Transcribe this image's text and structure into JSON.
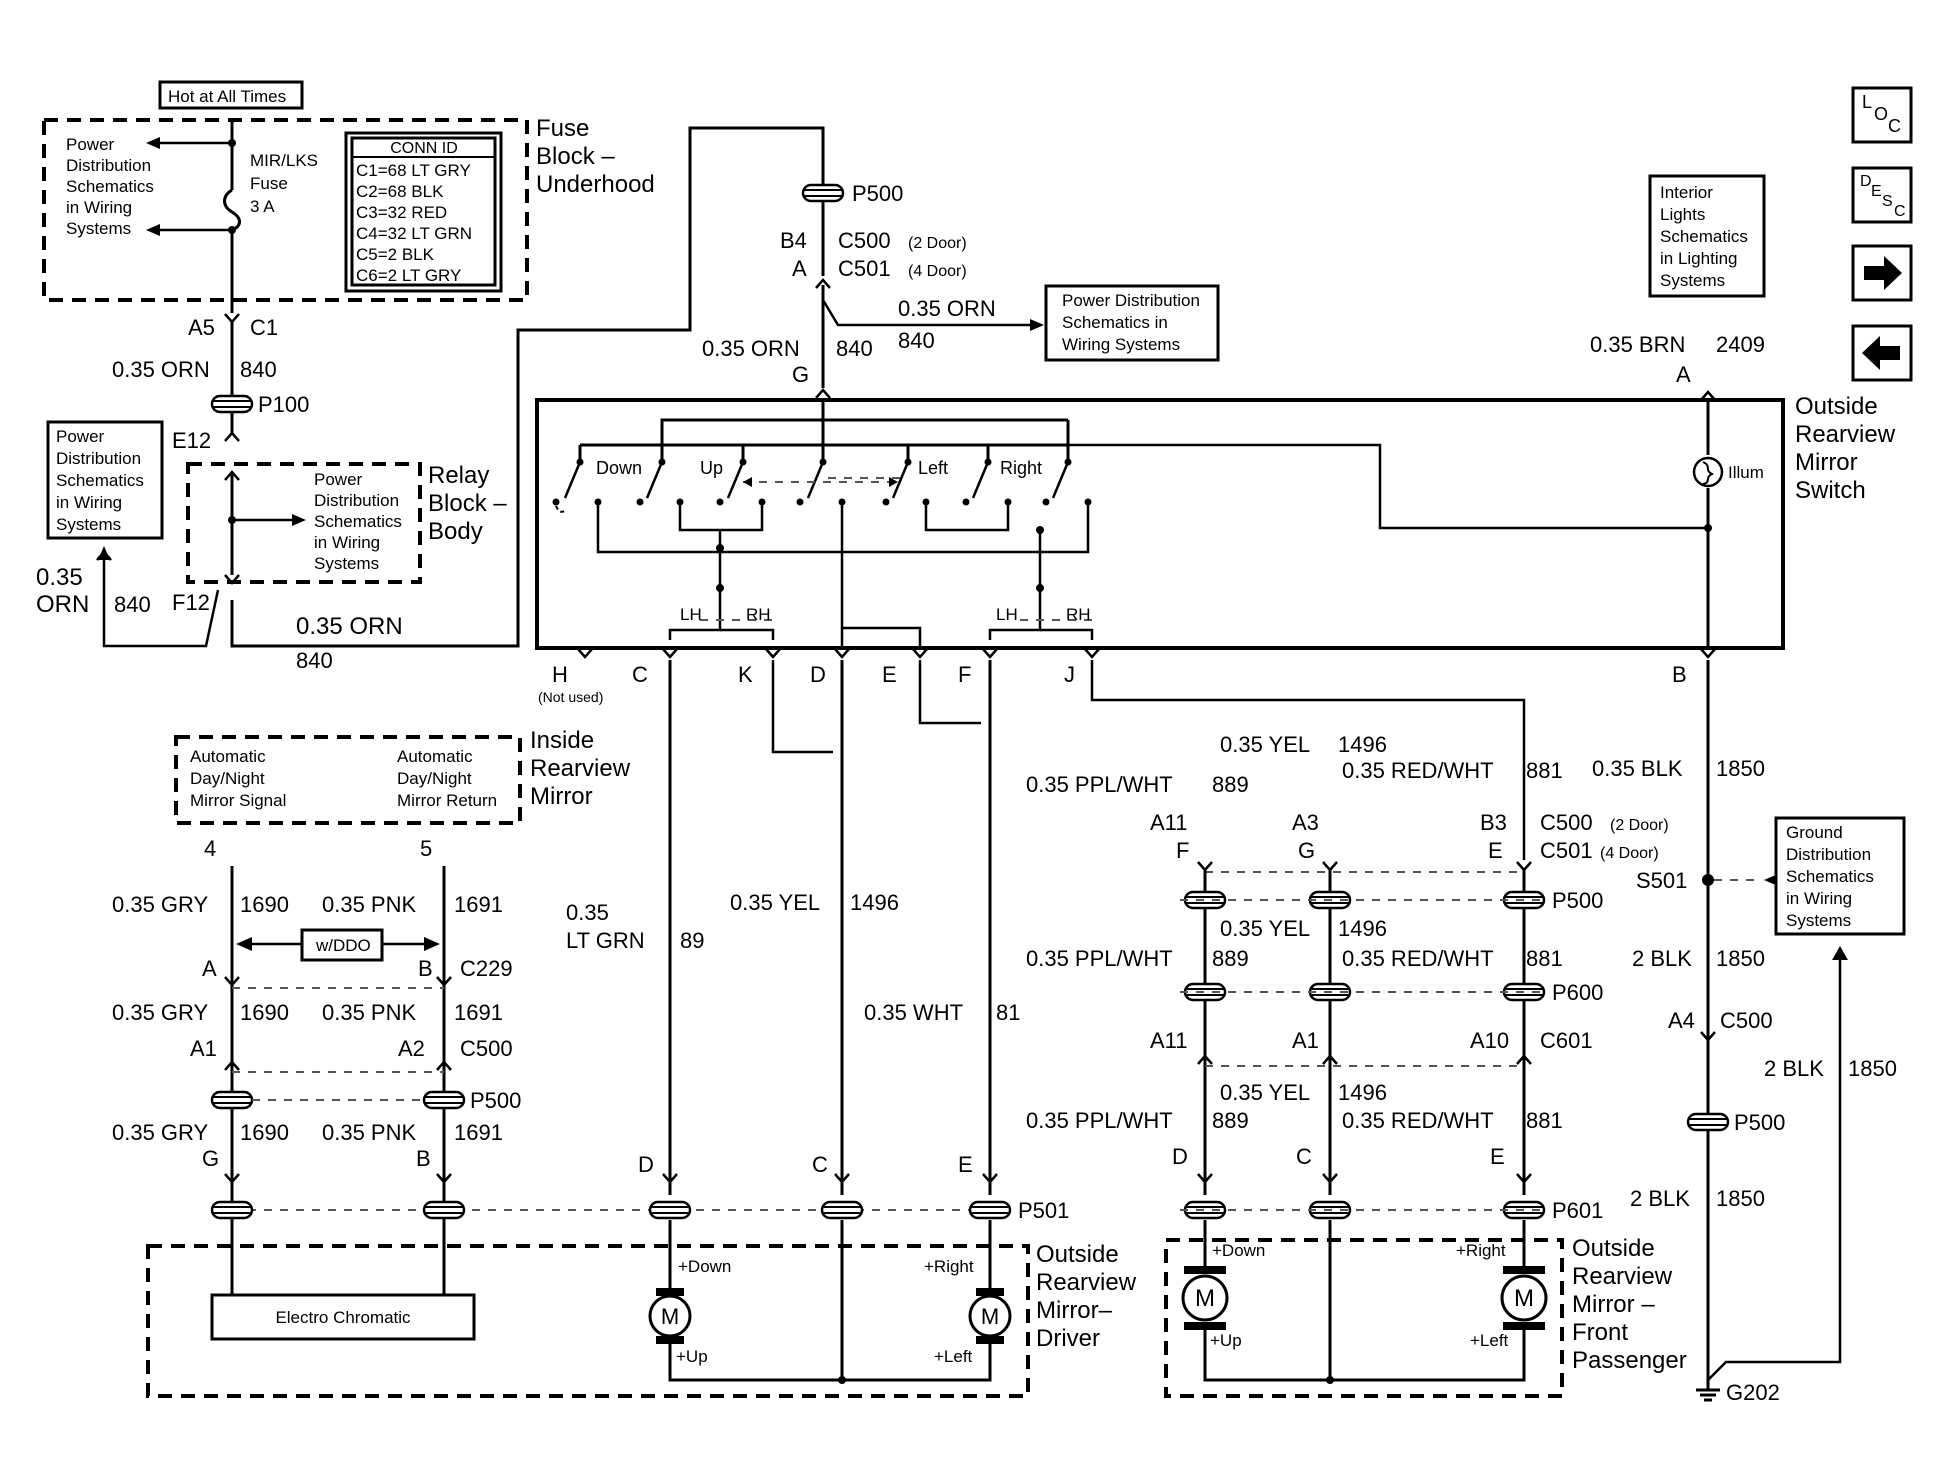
{
  "fuse_block": {
    "hot_label": "Hot at All Times",
    "schematic_ref": [
      "Power",
      "Distribution",
      "Schematics",
      "in Wiring",
      "Systems"
    ],
    "fuse_name": [
      "MIR/LKS",
      "Fuse",
      "3 A"
    ],
    "title": [
      "Fuse",
      "Block –",
      "Underhood"
    ],
    "conn_id_title": "CONN ID",
    "conn_ids": [
      "C1=68 LT GRY",
      "C2=68 BLK",
      "C3=32 RED",
      "C4=32 LT GRN",
      "C5=2 BLK",
      "C6=2 LT GRY"
    ],
    "out_pin": "A5",
    "out_conn": "C1"
  },
  "relay_block": {
    "wire_color": "0.35 ORN",
    "wire_circuit": "840",
    "splice_p100": "P100",
    "in_pin": "E12",
    "out_pin": "F12",
    "schematic_ref": [
      "Power",
      "Distribution",
      "Schematics",
      "in Wiring",
      "Systems"
    ],
    "title": [
      "Relay",
      "Block –",
      "Body"
    ],
    "left_ref": [
      "Power",
      "Distribution",
      "Schematics",
      "in Wiring",
      "Systems"
    ],
    "left_wire_color": [
      "0.35",
      "ORN"
    ],
    "left_wire_circuit": "840",
    "out_wire_color": "0.35 ORN",
    "out_wire_circuit": "840"
  },
  "switch_feed": {
    "splice_p500": "P500",
    "pin_b4": "B4",
    "pin_a": "A",
    "conn_c500": "C500",
    "c500_note": "(2 Door)",
    "conn_c501": "C501",
    "c501_note": "(4 Door)",
    "branch_wire_color": "0.35 ORN",
    "branch_wire_circuit": "840",
    "branch_ref": [
      "Power Distribution",
      "Schematics in",
      "Wiring Systems"
    ],
    "wire_color": "0.35 ORN",
    "wire_circuit": "840",
    "pin_g": "G"
  },
  "mirror_switch": {
    "title": [
      "Outside",
      "Rearview",
      "Mirror",
      "Switch"
    ],
    "positions": [
      "Down",
      "Up",
      "Left",
      "Right"
    ],
    "lh_label": "LH",
    "rh_label": "RH",
    "illum_label": "Illum",
    "lighting_ref": [
      "Interior",
      "Lights",
      "Schematics",
      "in Lighting",
      "Systems"
    ],
    "illum_wire_color": "0.35 BRN",
    "illum_wire_circuit": "2409",
    "illum_pin": "A",
    "pins": [
      "H",
      "C",
      "K",
      "D",
      "E",
      "F",
      "J",
      "B"
    ],
    "not_used": "(Not used)"
  },
  "nav_icons": [
    "LOC",
    "DESC",
    "next-arrow",
    "prev-arrow"
  ],
  "inside_mirror": {
    "title": [
      "Inside",
      "Rearview",
      "Mirror"
    ],
    "signal_label": [
      "Automatic",
      "Day/Night",
      "Mirror Signal"
    ],
    "return_label": [
      "Automatic",
      "Day/Night",
      "Mirror Return"
    ],
    "pin_4": "4",
    "pin_5": "5",
    "gry_color": "0.35 GRY",
    "gry_circuit": "1690",
    "pnk_color": "0.35 PNK",
    "pnk_circuit": "1691",
    "option": "w/DDO",
    "pin_a": "A",
    "pin_b": "B",
    "conn_c229": "C229",
    "pin_a1": "A1",
    "pin_a2": "A2",
    "conn_c500": "C500",
    "splice_p500": "P500",
    "pin_g": "G",
    "pin_b2": "B"
  },
  "driver_wires": {
    "ltgrn_color": [
      "0.35",
      "LT GRN"
    ],
    "ltgrn_circuit": "89",
    "yel_color": "0.35 YEL",
    "yel_circuit": "1496",
    "wht_color": "0.35 WHT",
    "wht_circuit": "81",
    "pin_d": "D",
    "pin_c": "C",
    "pin_e": "E",
    "splice_p501": "P501"
  },
  "driver_mirror": {
    "title": [
      "Outside",
      "Rearview",
      "Mirror–",
      "Driver"
    ],
    "electro": "Electro Chromatic",
    "motor": "M",
    "down": "+Down",
    "up": "+Up",
    "right": "+Right",
    "left": "+Left"
  },
  "passenger_wires": {
    "yel_color": "0.35 YEL",
    "yel_circuit": "1496",
    "redwht_color": "0.35 RED/WHT",
    "redwht_circuit": "881",
    "pplwht_color": "0.35 PPL/WHT",
    "pplwht_circuit": "889",
    "row1_pins": [
      "A11",
      "A3",
      "B3"
    ],
    "row1_conn_c500": "C500",
    "row1_c500_note": "(2 Door)",
    "row1_conn_c501": "C501",
    "row1_c501_note": "(4 Door)",
    "row1_letters": [
      "F",
      "G",
      "E"
    ],
    "splice_p500": "P500",
    "splice_p600": "P600",
    "row2_pins": [
      "A11",
      "A1",
      "A10"
    ],
    "conn_c601": "C601",
    "row3_letters": [
      "D",
      "C",
      "E"
    ],
    "splice_p601": "P601"
  },
  "passenger_mirror": {
    "title": [
      "Outside",
      "Rearview",
      "Mirror –",
      "Front",
      "Passenger"
    ],
    "motor": "M",
    "down": "+Down",
    "up": "+Up",
    "right": "+Right",
    "left": "+Left"
  },
  "ground": {
    "pin_b": "B",
    "wire1_color": "0.35 BLK",
    "wire1_circuit": "1850",
    "splice_s501": "S501",
    "ground_ref": [
      "Ground",
      "Distribution",
      "Schematics",
      "in Wiring",
      "Systems"
    ],
    "wire2_color": "2 BLK",
    "wire2_circuit": "1850",
    "pin_a4": "A4",
    "conn_c500": "C500",
    "side_color": "2 BLK",
    "side_circuit": "1850",
    "splice_p500": "P500",
    "wire3_color": "2 BLK",
    "wire3_circuit": "1850",
    "ground_id": "G202"
  }
}
